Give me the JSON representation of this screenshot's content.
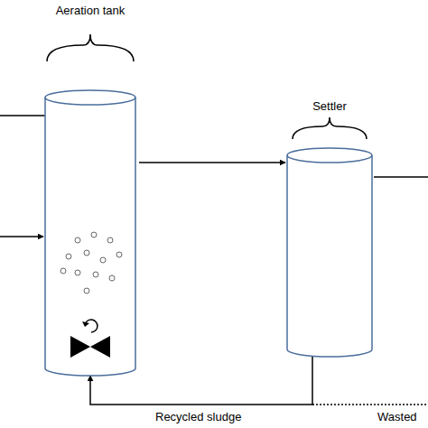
{
  "diagram": {
    "nodes": [
      {
        "text": [
          "Aeration tank"
        ]
      },
      {
        "text": [
          "Settler"
        ]
      }
    ],
    "edges": [
      {
        "from": 0,
        "to": 1,
        "arrow": "to"
      },
      {
        "from": 1,
        "to": 0,
        "arrow": "to",
        "label": "Recycled sludge"
      }
    ],
    "labels": [
      "Wasted"
    ]
  }
}
